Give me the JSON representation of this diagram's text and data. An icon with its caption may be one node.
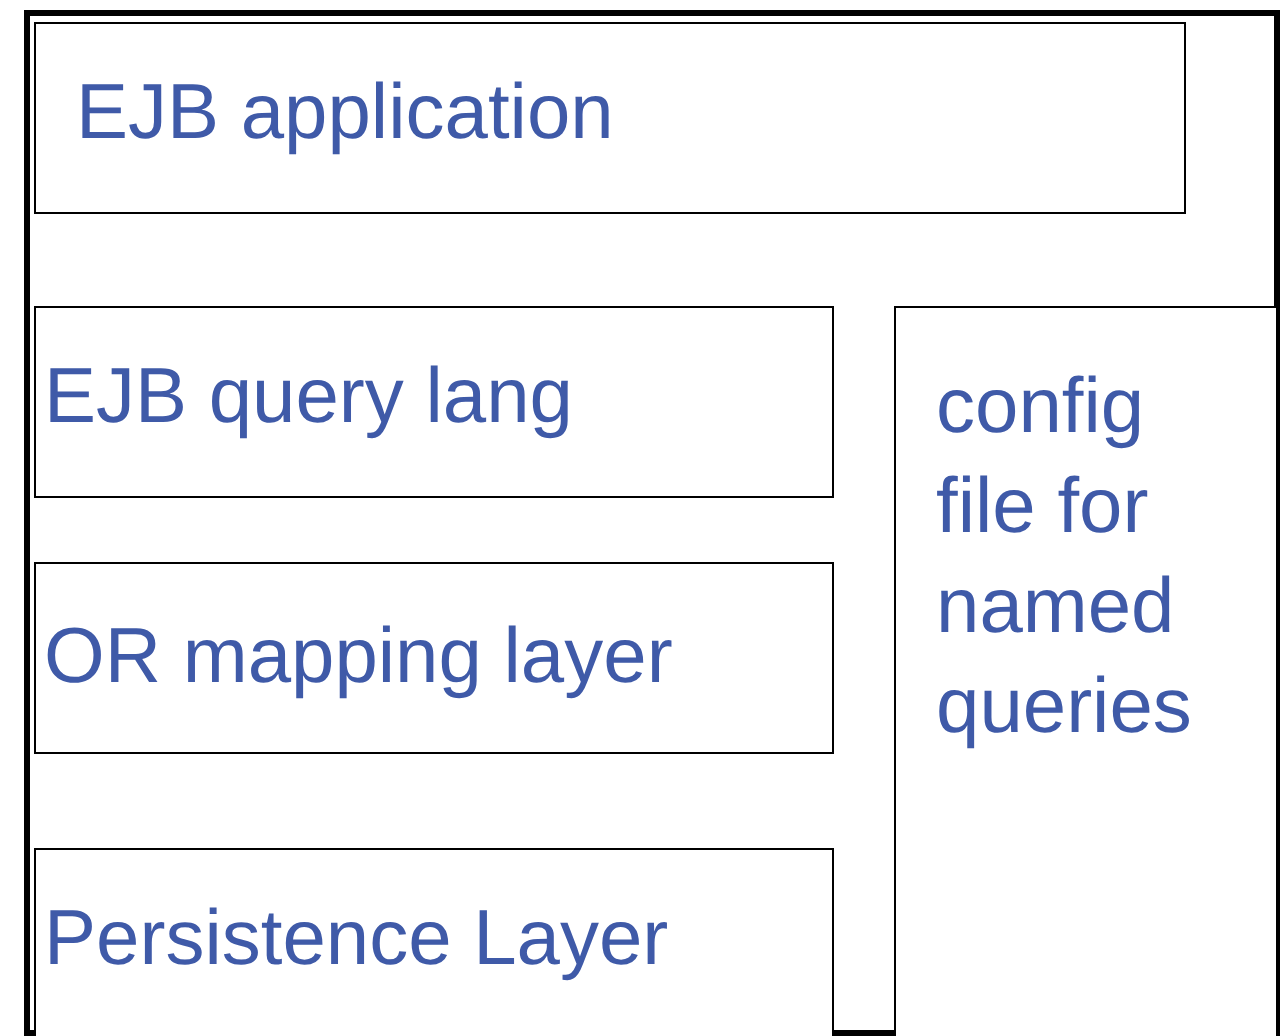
{
  "diagram": {
    "nodes": [
      {
        "text": [],
        "shape": "box"
      },
      {
        "text": [
          "EJB application"
        ],
        "in": 0
      },
      {
        "text": [
          "EJB query lang"
        ],
        "in": 0
      },
      {
        "text": [
          "OR mapping layer"
        ],
        "in": 0
      },
      {
        "text": [
          "Persistence Layer"
        ],
        "in": 0
      },
      {
        "text": [
          "config file for named queries"
        ],
        "in": 0
      }
    ]
  }
}
